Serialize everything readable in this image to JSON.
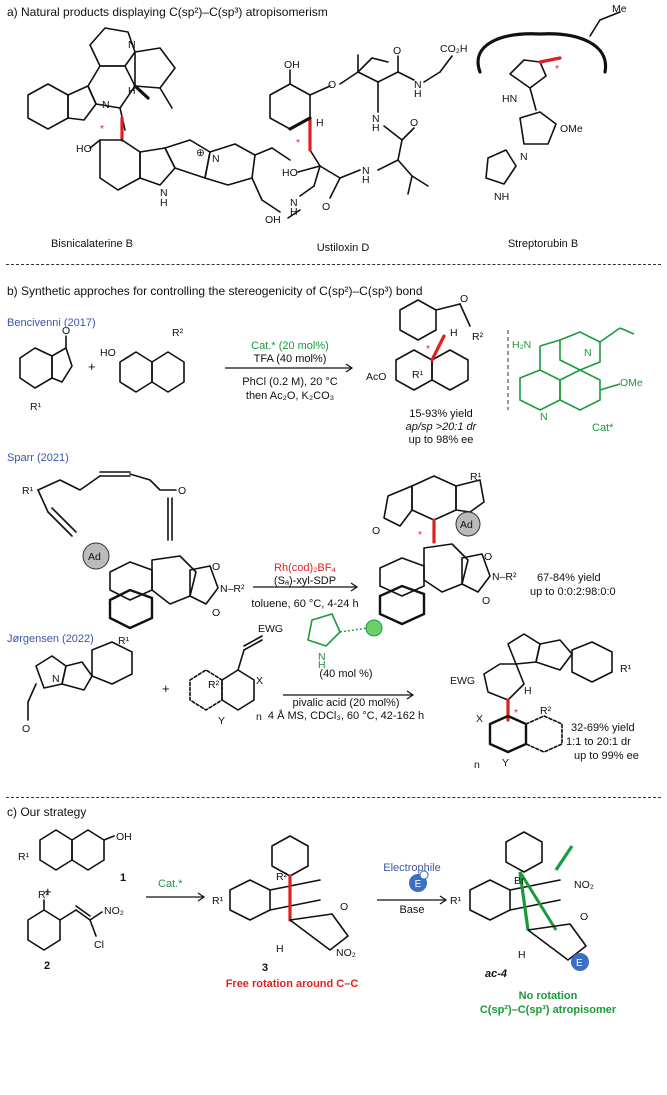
{
  "section_a": {
    "title": "a) Natural products displaying C(sp²)–C(sp³) atropisomerism",
    "compounds": [
      "Bisnicalaterine B",
      "Ustiloxin D",
      "Streptorubin B"
    ]
  },
  "section_b": {
    "title": "b) Synthetic approches for controlling the stereogenicity of C(sp²)–C(sp³) bond",
    "bencivenni": {
      "ref": "Bencivenni (2017)",
      "cond1": "Cat.* (20 mol%)",
      "cond2": "TFA (40 mol%)",
      "cond3": "PhCl (0.2 M), 20 °C",
      "cond4": "then Ac₂O, K₂CO₃",
      "res1": "15-93% yield",
      "res2": "ap/sp >20:1 dr",
      "res3": "up to 98% ee",
      "cat_label": "Cat*",
      "plus": "+"
    },
    "sparr": {
      "ref": "Sparr (2021)",
      "cond1": "Rh(cod)₂BF₄",
      "cond2": "(Sₐ)-xyl-SDP",
      "cond3": "toluene, 60 °C, 4-24 h",
      "res1": "67-84% yield",
      "res2": "up to 0:0:2:98:0:0"
    },
    "jorgensen": {
      "ref": "Jørgensen (2022)",
      "cond1": "(40 mol %)",
      "cond2": "pivalic acid (20 mol%)",
      "cond3": "4 Å MS, CDCl₃, 60 °C, 42-162 h",
      "res1": "32-69% yield",
      "res2": "1:1 to 20:1 dr",
      "res3": "up to 99% ee",
      "plus": "+"
    }
  },
  "section_c": {
    "title": "c) Our strategy",
    "cat": "Cat.*",
    "electrophile": "Electrophile",
    "e_symbol": "E",
    "base": "Base",
    "cmpd1": "1",
    "cmpd2": "2",
    "cmpd3": "3",
    "cmpd4": "ac-4",
    "note_free": "Free rotation around C–C",
    "note_no1": "No rotation",
    "note_no2": "C(sp²)–C(sp³) atropisomer",
    "plus": "+"
  },
  "colors": {
    "ref_blue": "#3b56a6",
    "green": "#1a9a3a",
    "red": "#e02020"
  }
}
